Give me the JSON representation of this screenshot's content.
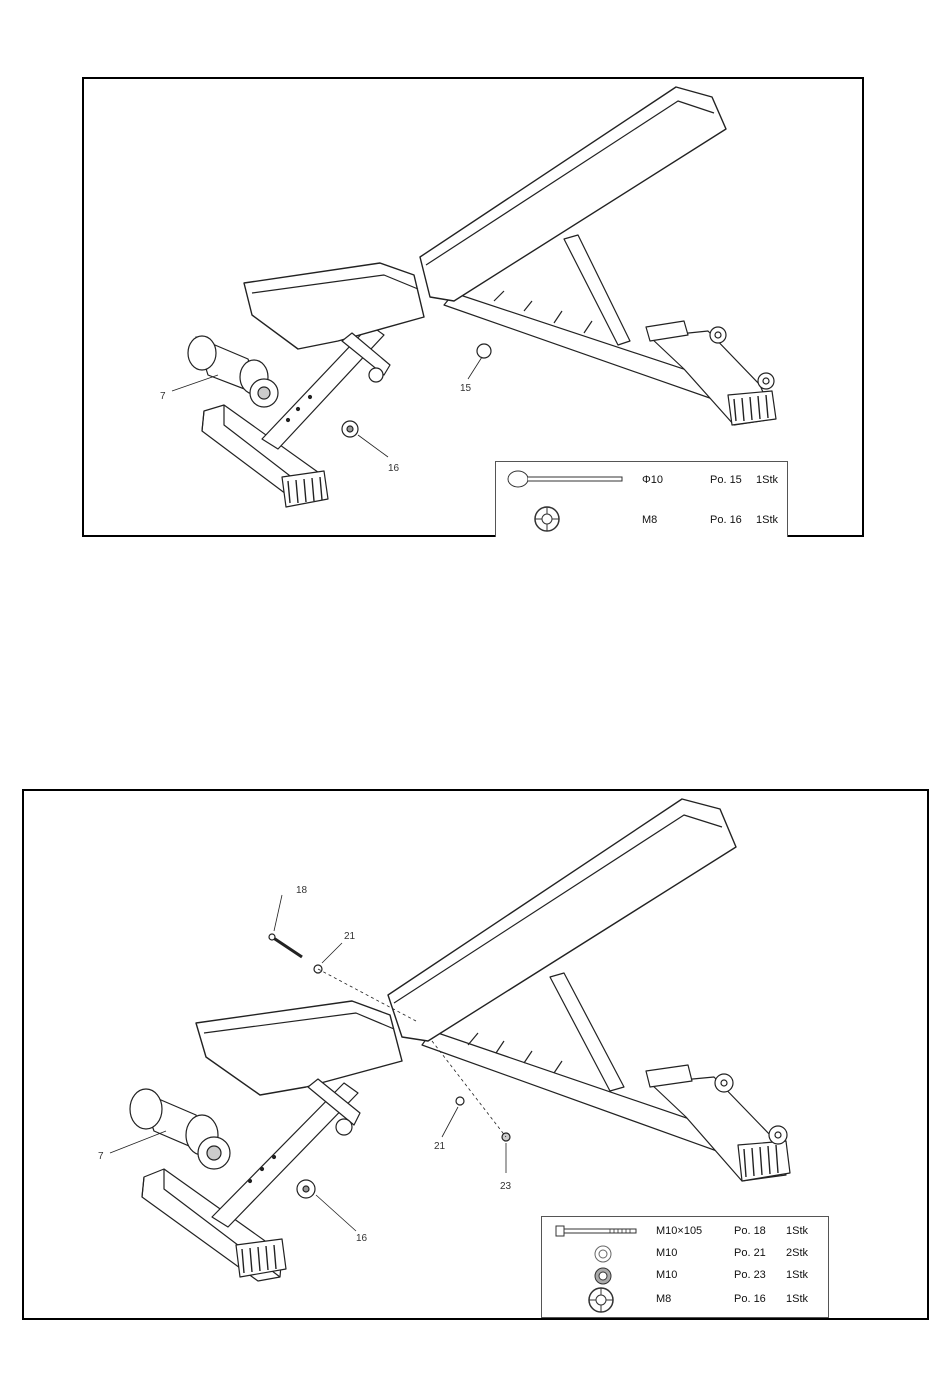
{
  "panels": [
    {
      "callouts": [
        "7",
        "15",
        "16"
      ],
      "parts": [
        {
          "icon": "pin-icon",
          "size": "Φ10",
          "pos": "Po. 15",
          "qty": "1Stk"
        },
        {
          "icon": "knob-icon",
          "size": "M8",
          "pos": "Po. 16",
          "qty": "1Stk"
        }
      ]
    },
    {
      "callouts": [
        "18",
        "21",
        "21",
        "7",
        "23",
        "16"
      ],
      "parts": [
        {
          "icon": "bolt-icon",
          "size": "M10×105",
          "pos": "Po. 18",
          "qty": "1Stk"
        },
        {
          "icon": "washer-icon",
          "size": "M10",
          "pos": "Po. 21",
          "qty": "2Stk"
        },
        {
          "icon": "nut-icon",
          "size": "M10",
          "pos": "Po. 23",
          "qty": "1Stk"
        },
        {
          "icon": "knob-icon",
          "size": "M8",
          "pos": "Po. 16",
          "qty": "1Stk"
        }
      ]
    }
  ]
}
